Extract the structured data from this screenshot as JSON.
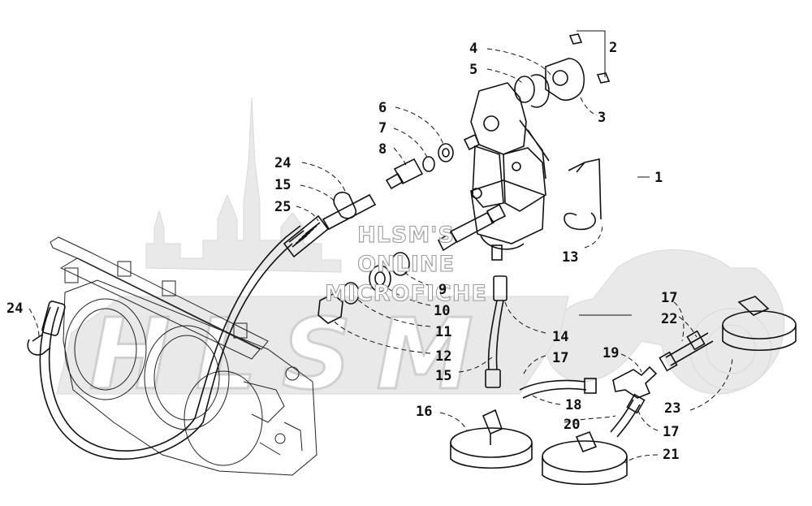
{
  "watermark": {
    "lines": [
      "HLSM'S",
      "ONLINE",
      "MICROFICHE"
    ],
    "logo_text": "HLSM",
    "color": "#d9d9d9"
  },
  "callouts": [
    {
      "id": "c1",
      "text": "1"
    },
    {
      "id": "c2",
      "text": "2"
    },
    {
      "id": "c3",
      "text": "3"
    },
    {
      "id": "c4",
      "text": "4"
    },
    {
      "id": "c5",
      "text": "5"
    },
    {
      "id": "c6",
      "text": "6"
    },
    {
      "id": "c7",
      "text": "7"
    },
    {
      "id": "c8",
      "text": "8"
    },
    {
      "id": "c9",
      "text": "9"
    },
    {
      "id": "c10",
      "text": "10"
    },
    {
      "id": "c11",
      "text": "11"
    },
    {
      "id": "c12",
      "text": "12"
    },
    {
      "id": "c13",
      "text": "13"
    },
    {
      "id": "c14",
      "text": "14"
    },
    {
      "id": "c15a",
      "text": "15"
    },
    {
      "id": "c15b",
      "text": "15"
    },
    {
      "id": "c16",
      "text": "16"
    },
    {
      "id": "c17a",
      "text": "17"
    },
    {
      "id": "c17b",
      "text": "17"
    },
    {
      "id": "c17c",
      "text": "17"
    },
    {
      "id": "c18",
      "text": "18"
    },
    {
      "id": "c19",
      "text": "19"
    },
    {
      "id": "c20",
      "text": "20"
    },
    {
      "id": "c21",
      "text": "21"
    },
    {
      "id": "c22",
      "text": "22"
    },
    {
      "id": "c23",
      "text": "23"
    },
    {
      "id": "c24a",
      "text": "24"
    },
    {
      "id": "c24b",
      "text": "24"
    },
    {
      "id": "c25",
      "text": "25"
    }
  ]
}
